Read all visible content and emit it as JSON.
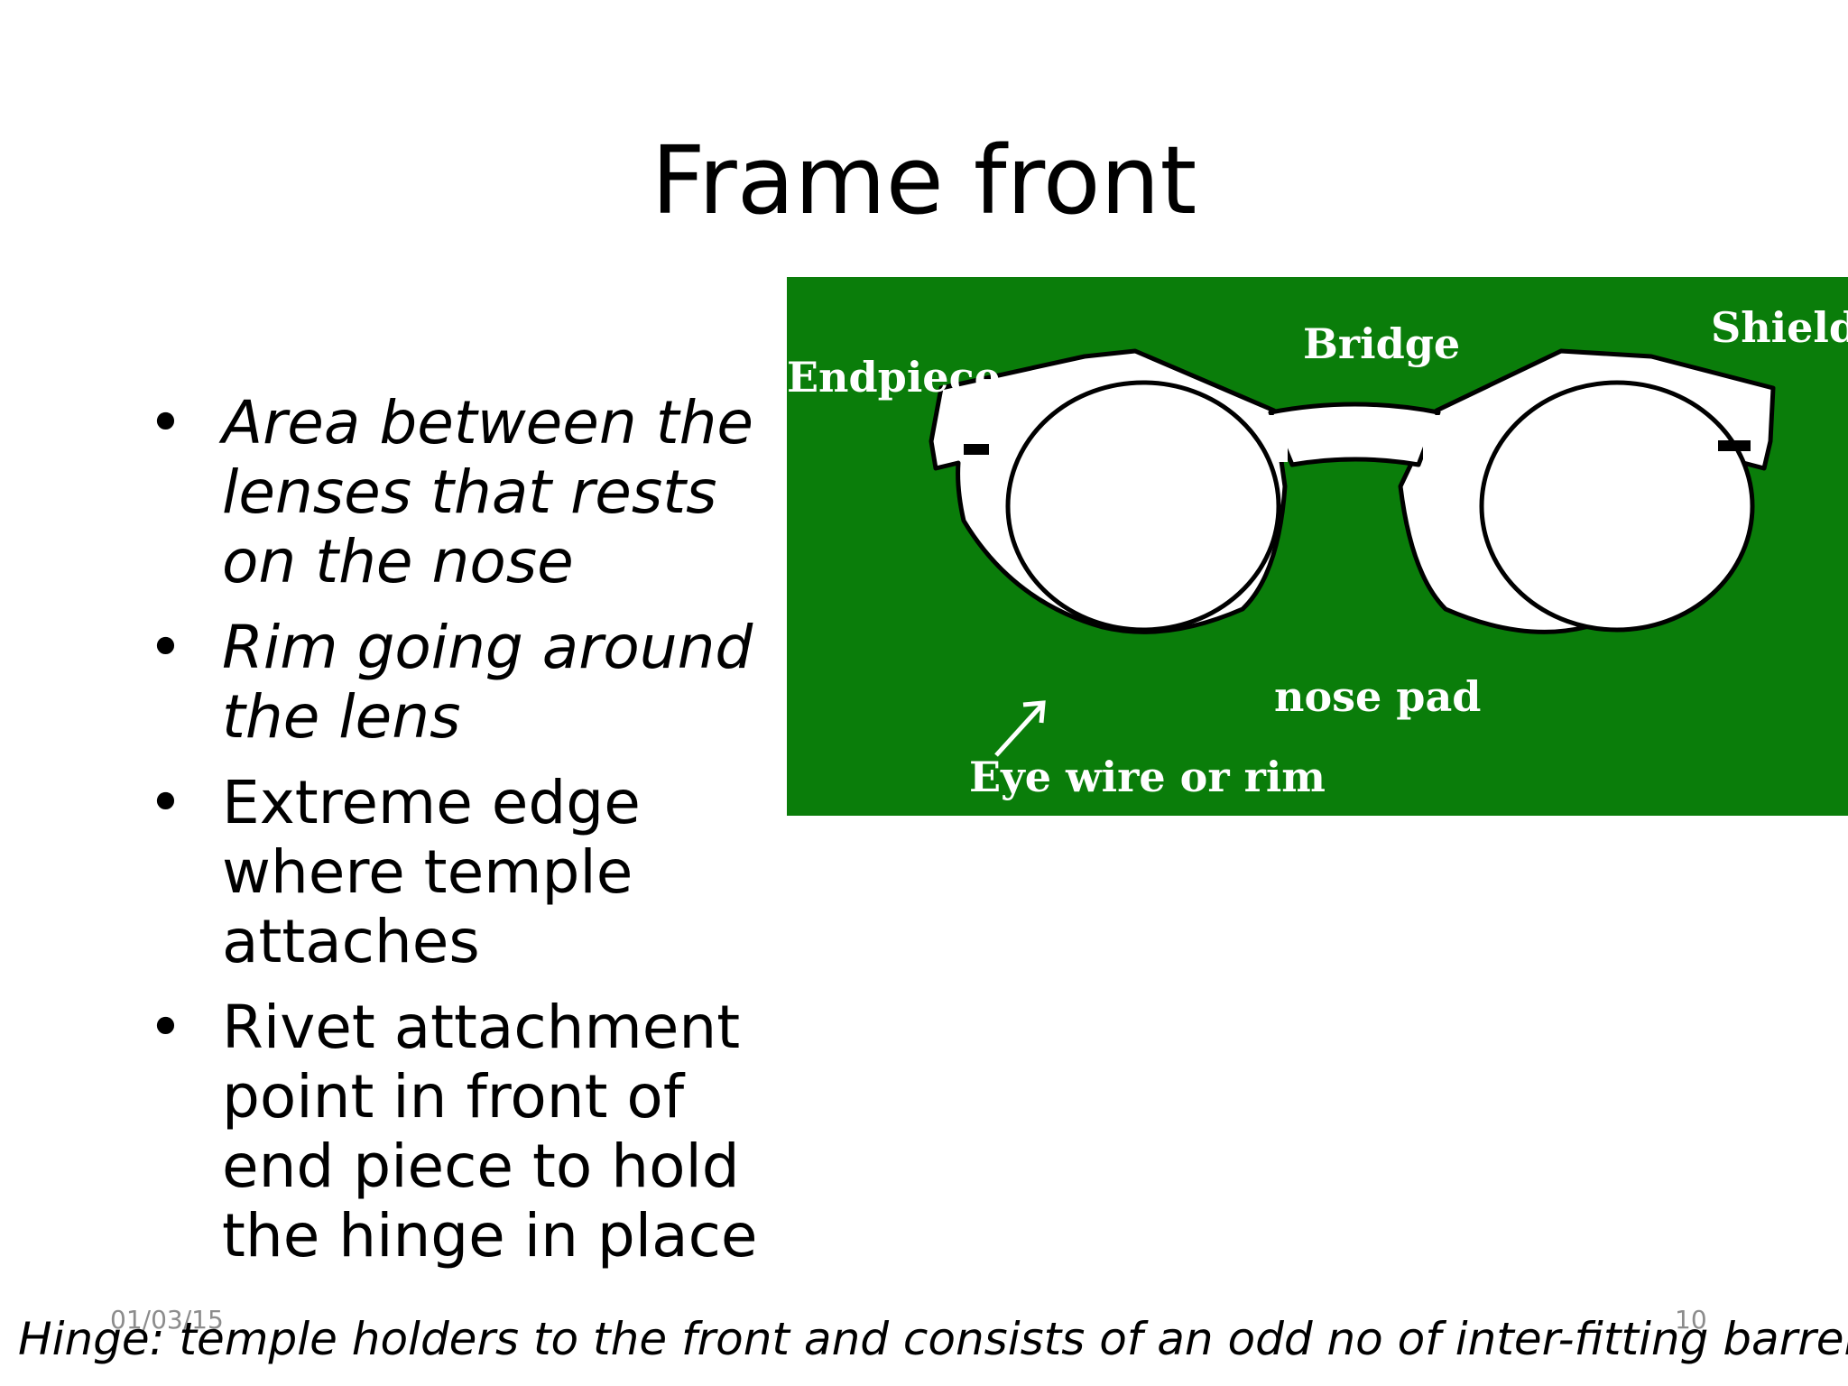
{
  "slide": {
    "title": "Frame front",
    "bullets": [
      {
        "text": "Area between the lenses that rests on the nose",
        "italic": true
      },
      {
        "text": "Rim going around the lens",
        "italic": true
      },
      {
        "text": "Extreme edge where temple attaches",
        "italic": false
      },
      {
        "text": "Rivet attachment point in front of end piece to hold the hinge in place",
        "italic": false
      }
    ],
    "bullet_symbol": "•",
    "footer": {
      "date": "01/03/15",
      "page_number": "10"
    },
    "note": "Hinge: temple holders to the front and consists of an odd no of inter-fitting barrels"
  },
  "figure": {
    "background_color": "#0a7d0a",
    "frame_color": "#ffffff",
    "labels": {
      "endpiece": "Endpiece",
      "bridge": "Bridge",
      "shield": "Shield",
      "nose_pad": "nose pad",
      "eye_wire": "Eye wire or rim"
    }
  }
}
